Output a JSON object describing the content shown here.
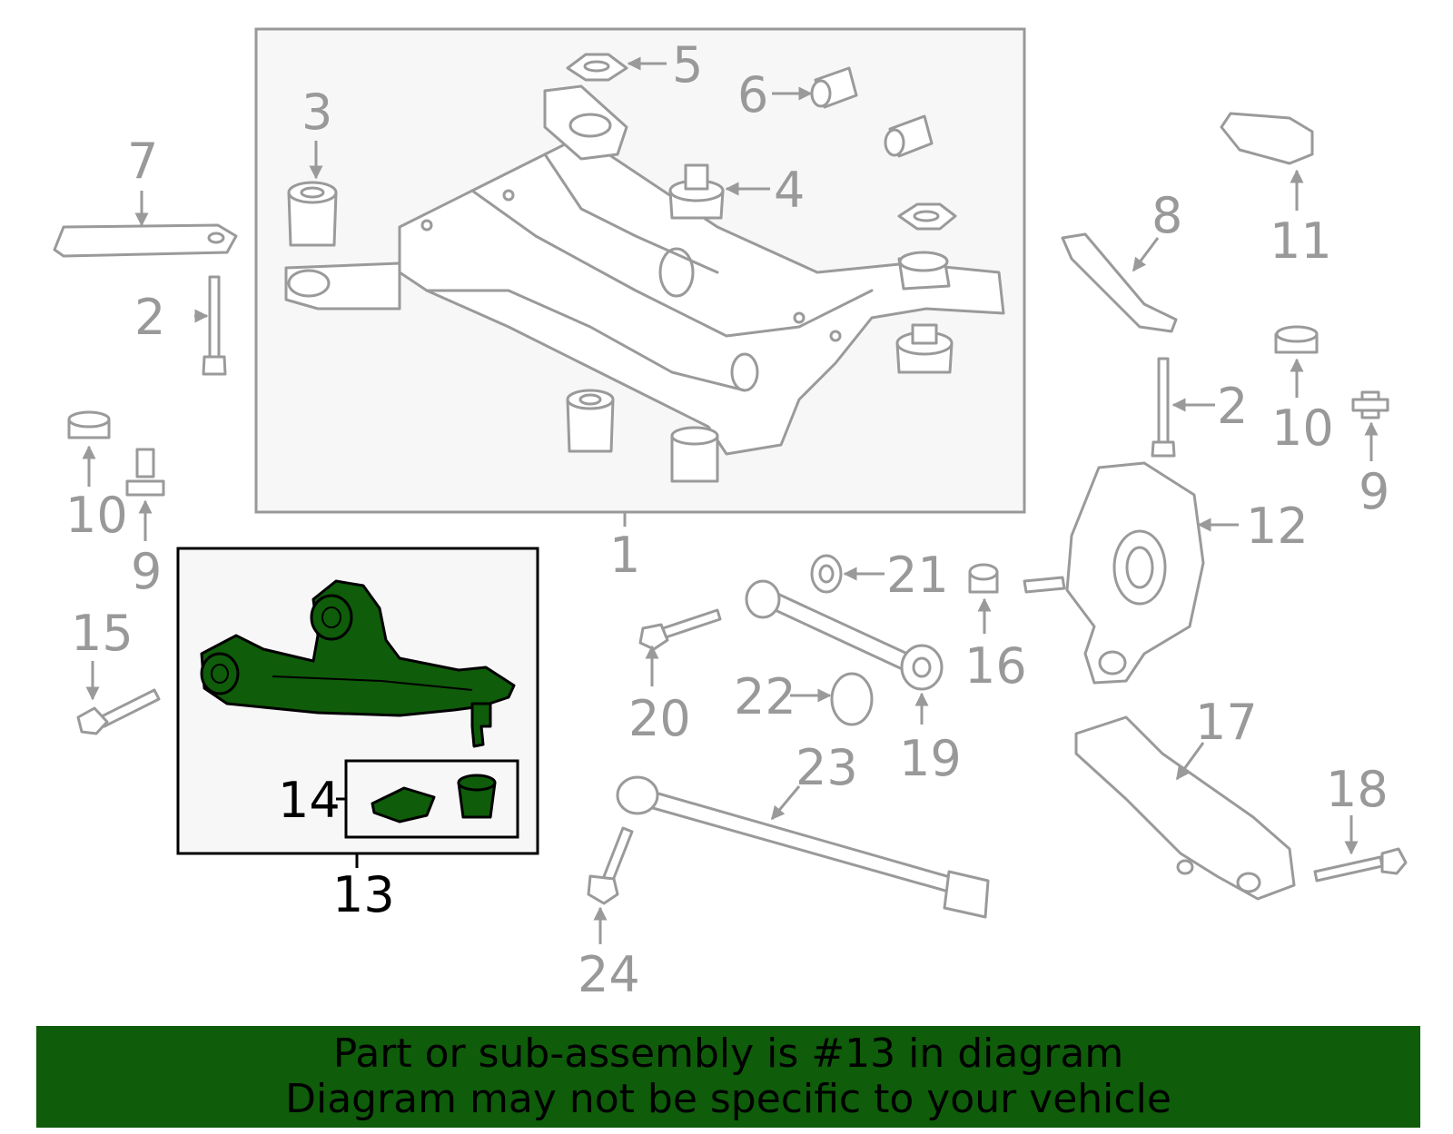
{
  "diagram": {
    "callouts": [
      "1",
      "2",
      "3",
      "4",
      "5",
      "6",
      "7",
      "8",
      "9",
      "10",
      "11",
      "12",
      "13",
      "14",
      "15",
      "16",
      "17",
      "18",
      "19",
      "20",
      "21",
      "22",
      "23",
      "24"
    ],
    "highlighted_callout": "13",
    "highlight_color": "#0f5c0a",
    "part_line_color": "#9a9a9a"
  },
  "banner": {
    "line1": "Part or sub-assembly is #13 in diagram",
    "line2": "Diagram may not be specific to your vehicle",
    "background": "#0f5c0a"
  }
}
